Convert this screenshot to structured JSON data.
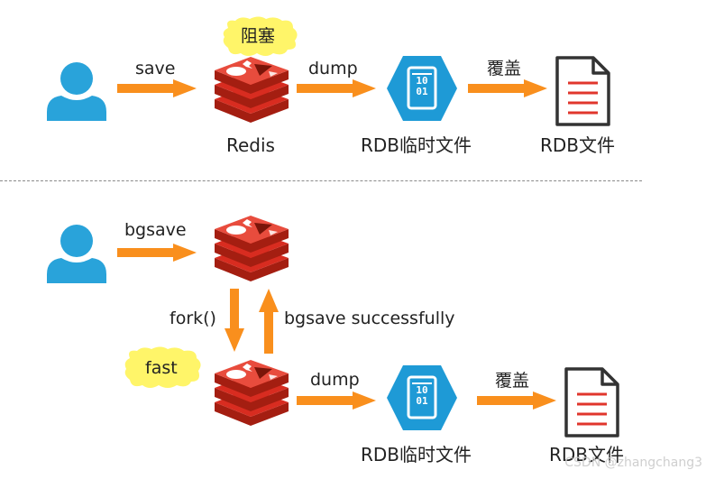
{
  "top": {
    "blocked_note": "阻塞",
    "arrow_save_label": "save",
    "redis_caption": "Redis",
    "arrow_dump_label": "dump",
    "rdb_temp_caption": "RDB临时文件",
    "arrow_overwrite_label": "覆盖",
    "rdb_file_caption": "RDB文件",
    "icon_binary_top": "10",
    "icon_binary_bottom": "01"
  },
  "bottom": {
    "arrow_bgsave_label": "bgsave",
    "fork_label": "fork()",
    "bgsave_success_label": "bgsave successfully",
    "fast_note": "fast",
    "arrow_dump_label": "dump",
    "rdb_temp_caption": "RDB临时文件",
    "arrow_overwrite_label": "覆盖",
    "rdb_file_caption": "RDB文件",
    "icon_binary_top": "10",
    "icon_binary_bottom": "01"
  },
  "watermark": "CSDN @zhangchang3",
  "colors": {
    "arrow": "#f98f1d",
    "user": "#29a3da",
    "redis_dark": "#a41e11",
    "redis_mid": "#d82c20",
    "redis_light": "#e84c3d",
    "hexagon": "#1e9ad6",
    "bubble": "#fff569",
    "doc_lines": "#e0362c"
  },
  "icons": [
    "user-icon",
    "redis-icon",
    "rdb-binary-icon",
    "document-icon"
  ]
}
